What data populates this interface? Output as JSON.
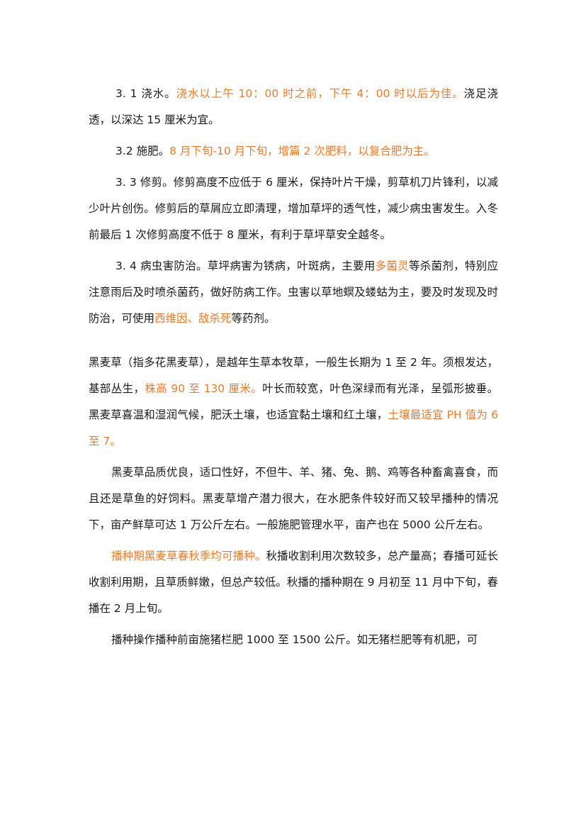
{
  "paragraphs": [
    {
      "id": "p1",
      "runs": [
        {
          "t": "3.  1 浇水。",
          "hl": false
        },
        {
          "t": "浇水以上午 10：00 时之前，下午 4：00 时以后为佳。",
          "hl": true
        },
        {
          "t": "浇足浇透，以深达 15 厘米为宜。",
          "hl": false
        }
      ]
    },
    {
      "id": "p2",
      "runs": [
        {
          "t": "3.2 施肥。",
          "hl": false
        },
        {
          "t": "8 月下旬-10 月下旬，增篇 2 次肥料，以复合肥为主。",
          "hl": true
        }
      ]
    },
    {
      "id": "p3",
      "runs": [
        {
          "t": "3.  3 修剪。修剪高度不应低于 6 厘米，保持叶片干燥，剪草机刀片锋利，以减少叶片创伤。修剪后的草屑应立即清理，增加草坪的透气性，减少病虫害发生。入冬前最后 1 次修剪高度不低于 8 厘米，有利于草坪草安全越冬。",
          "hl": false
        }
      ]
    },
    {
      "id": "p4",
      "runs": [
        {
          "t": "3.  4 病虫害防治。草坪病害为锈病，叶斑病，主要用",
          "hl": false
        },
        {
          "t": "多菌灵",
          "hl": true
        },
        {
          "t": "等杀菌剂，特别应注意雨后及时喷杀菌药，做好防病工作。虫害以草地螟及蝼蛄为主，要及时发现及时防治，可使用",
          "hl": false
        },
        {
          "t": "西维因、敌杀死",
          "hl": true
        },
        {
          "t": "等药剂。",
          "hl": false
        }
      ]
    },
    {
      "id": "p5",
      "runs": [
        {
          "t": "黑麦草（指多花黑麦草），是越年生草本牧草，一般生长期为 1 至 2 年。须根发达，基部丛生，",
          "hl": false
        },
        {
          "t": "株高 90 至 130 厘米。",
          "hl": true
        },
        {
          "t": "叶长而较宽，叶色深绿而有光泽，呈弧形披垂。黑麦草喜温和湿润气候，肥沃土壤，也适宜黏土壤和红土壤，",
          "hl": false
        },
        {
          "t": "土壤最适宜 PH 值为 6 至 7。",
          "hl": true
        }
      ]
    },
    {
      "id": "p6",
      "runs": [
        {
          "t": "黑麦草品质优良，适口性好，不但牛、羊、猪、兔、鹅、鸡等各种畜禽喜食，而且还是草鱼的好饲料。黑麦草增产潜力很大，在水肥条件较好而又较早播种的情况下，亩产鲜草可达 1 万公斤左右。一般施肥管理水平，亩产也在 5000 公斤左右。",
          "hl": false
        }
      ]
    },
    {
      "id": "p7",
      "runs": [
        {
          "t": "播种期黑麦草春秋季均可播种。",
          "hl": true
        },
        {
          "t": "秋播收割利用次数较多，总产量高；春播可延长收割利用期，且草质鲜嫩，但总产较低。秋播的播种期在 9 月初至 11 月中下旬，春播在 2 月上旬。",
          "hl": false
        }
      ]
    },
    {
      "id": "p8",
      "runs": [
        {
          "t": "播种操作播种前亩施猪栏肥 1000 至 1500 公斤。如无猪栏肥等有机肥，可",
          "hl": false
        }
      ]
    }
  ],
  "colors": {
    "text": "#1a1a1a",
    "highlight": "#f07a2a"
  }
}
